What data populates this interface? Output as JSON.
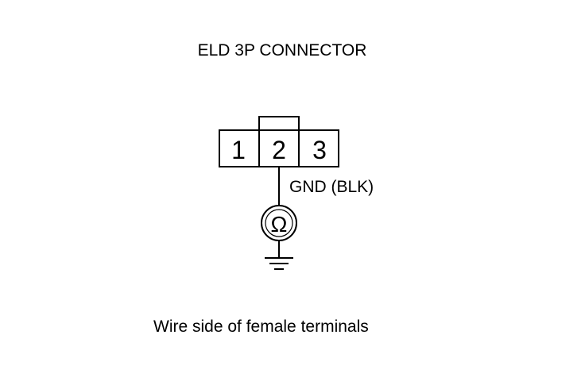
{
  "title": "ELD 3P CONNECTOR",
  "connector": {
    "pins": [
      "1",
      "2",
      "3"
    ],
    "probed_pin_index": 1
  },
  "wire_label": "GND (BLK)",
  "meter_symbol": "Ω",
  "meter_icon": "ohmmeter-icon",
  "ground_icon": "ground-symbol-icon",
  "caption": "Wire side of female terminals"
}
